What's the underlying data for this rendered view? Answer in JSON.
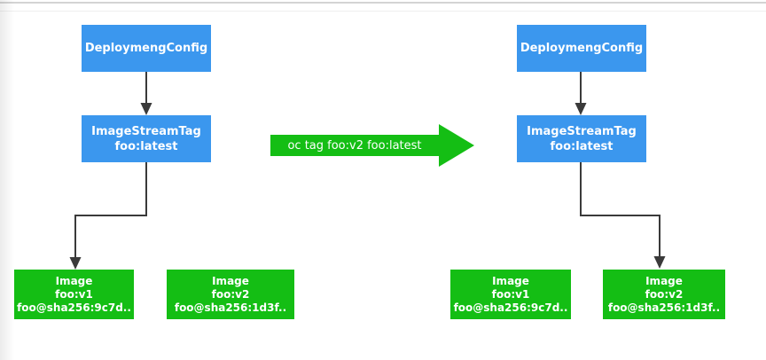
{
  "colors": {
    "blue": "#3B97EE",
    "green": "#14BE14",
    "line": "#3a3a3a"
  },
  "diagram": {
    "left": {
      "deployment_config": {
        "label": "DeploymengConfig"
      },
      "image_stream_tag": {
        "line1": "ImageStreamTag",
        "line2": "foo:latest"
      },
      "images": [
        {
          "line1": "Image",
          "line2": "foo:v1",
          "line3": "foo@sha256:9c7d.."
        },
        {
          "line1": "Image",
          "line2": "foo:v2",
          "line3": "foo@sha256:1d3f.."
        }
      ]
    },
    "transition": {
      "command": "oc tag foo:v2 foo:latest"
    },
    "right": {
      "deployment_config": {
        "label": "DeploymengConfig"
      },
      "image_stream_tag": {
        "line1": "ImageStreamTag",
        "line2": "foo:latest"
      },
      "images": [
        {
          "line1": "Image",
          "line2": "foo:v1",
          "line3": "foo@sha256:9c7d.."
        },
        {
          "line1": "Image",
          "line2": "foo:v2",
          "line3": "foo@sha256:1d3f.."
        }
      ]
    }
  }
}
